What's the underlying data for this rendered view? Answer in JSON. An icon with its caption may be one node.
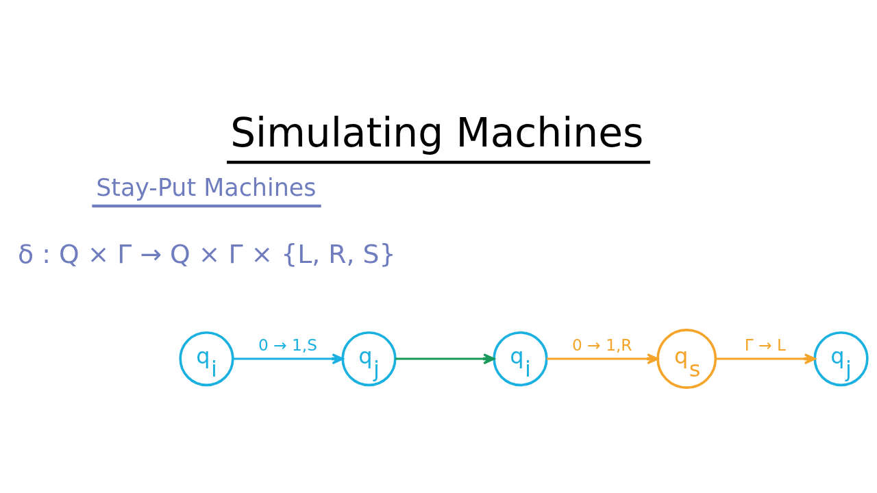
{
  "diagram": {
    "title": "Simulating Machines",
    "nodes": [
      {
        "text": [
          "q$_{i}$"
        ]
      },
      {
        "text": [
          "q$_{j}$"
        ]
      },
      {
        "text": [
          "q$_{i}$"
        ]
      },
      {
        "text": [
          "q$_{s}$"
        ]
      },
      {
        "text": [
          "q$_{j}$"
        ]
      }
    ],
    "edges": [
      {
        "from": 0,
        "to": 1,
        "arrow": "to",
        "label": "0 → 1,S",
        "color": "#1ab0e0"
      },
      {
        "from": 1,
        "to": 2,
        "arrow": "to",
        "color": "#1a9a5a"
      },
      {
        "from": 2,
        "to": 3,
        "arrow": "to",
        "label": "0 → 1,R",
        "color": "#f5a42a"
      },
      {
        "from": 3,
        "to": 4,
        "arrow": "to",
        "label": "Γ → L",
        "color": "#f5a42a"
      }
    ],
    "labels": [
      "Stay-Put Machines",
      "δ : Q × Γ → Q × Γ × {L, R, S}"
    ]
  }
}
